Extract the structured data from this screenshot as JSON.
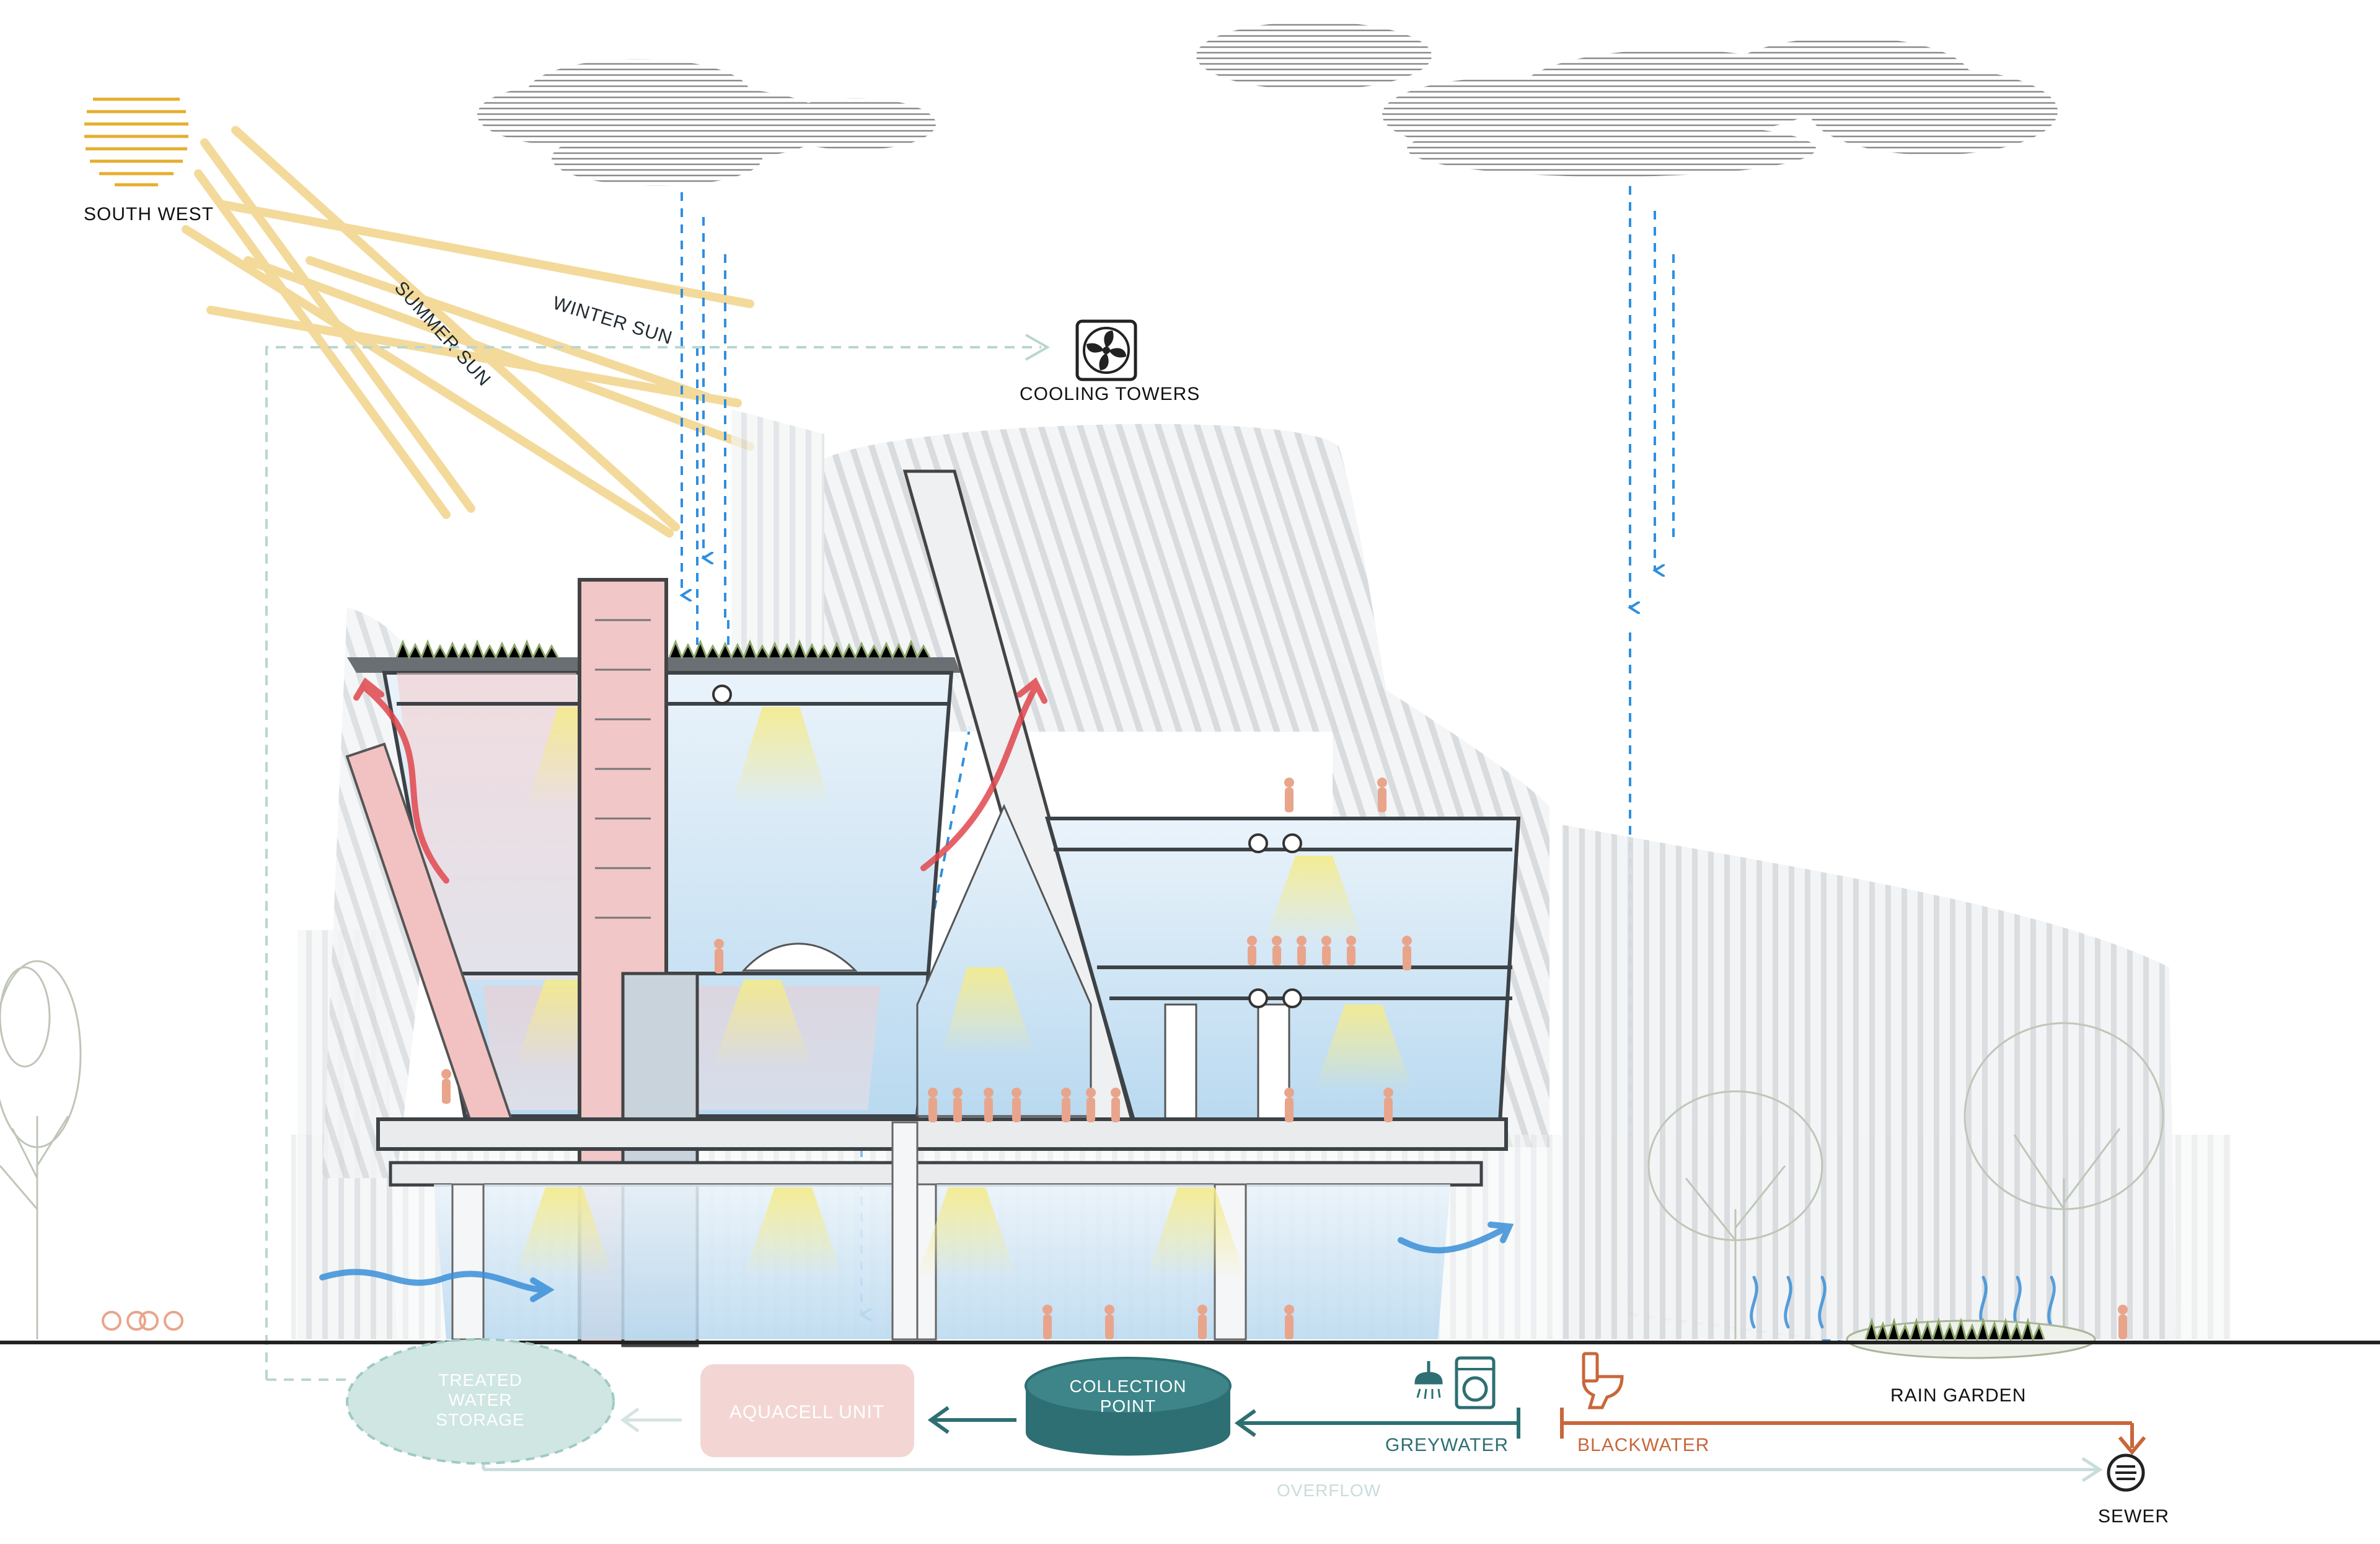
{
  "labels": {
    "direction": "SOUTH WEST",
    "winter_sun": "WINTER SUN",
    "summer_sun": "SUMMER SUN",
    "cooling_towers": "COOLING TOWERS",
    "rain_garden": "RAIN GARDEN",
    "treated_water_line1": "TREATED",
    "treated_water_line2": "WATER",
    "treated_water_line3": "STORAGE",
    "aquacell_unit": "AQUACELL UNIT",
    "collection_line1": "COLLECTION",
    "collection_line2": "POINT",
    "greywater": "GREYWATER",
    "blackwater": "BLACKWATER",
    "overflow": "OVERFLOW",
    "sewer": "SEWER"
  },
  "icons": {
    "sun": "sun-icon",
    "fan": "fan-icon",
    "shower": "shower-icon",
    "washing_machine": "washing-machine-icon",
    "toilet": "toilet-icon",
    "drain": "drain-icon"
  },
  "colors": {
    "sun": "#e6ae2e",
    "sun_ray": "#f1d48a",
    "rain": "#2f8fe0",
    "hot_air": "#e0484d",
    "cool_air": "#3a8fd8",
    "teal": "#2d6f72",
    "teal_light": "#cfe6e2",
    "aquacell": "#f3d6d4",
    "blackwater": "#c8673a",
    "overflow": "#c9dcdc",
    "people": "#e8a58c"
  }
}
